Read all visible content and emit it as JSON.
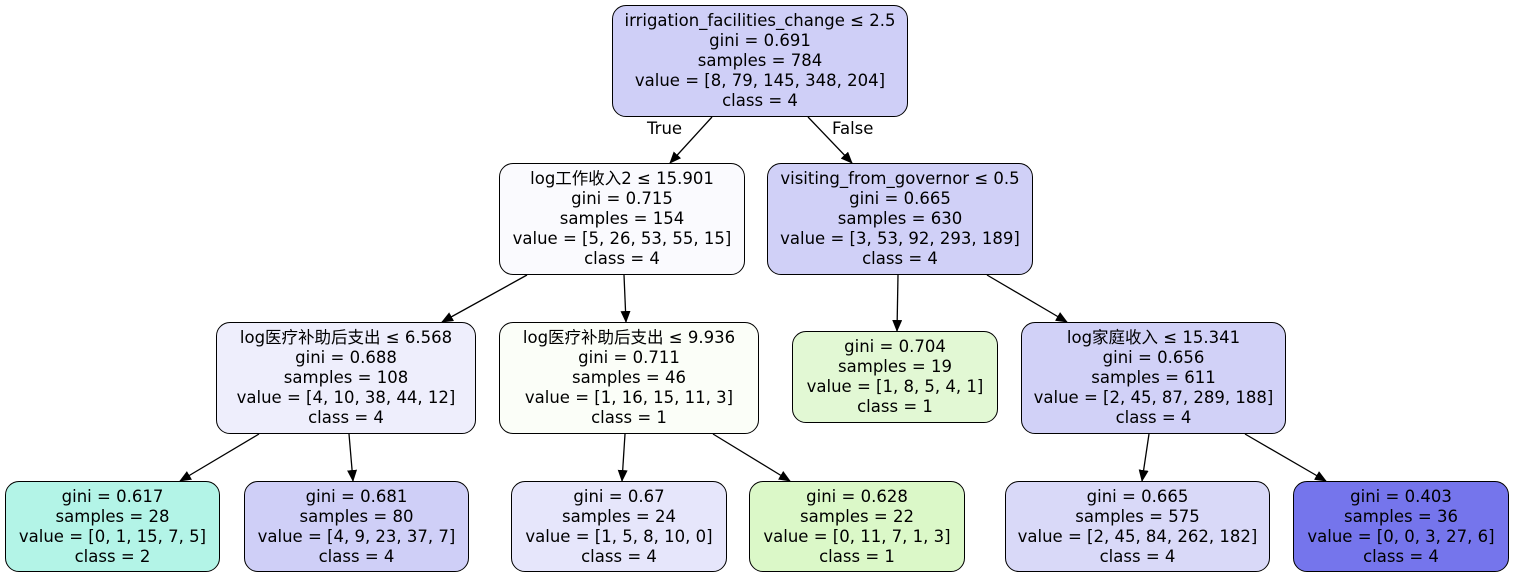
{
  "nodes": {
    "n0": {
      "split": "irrigation_facilities_change ≤ 2.5",
      "gini": "gini = 0.691",
      "samples": "samples = 784",
      "value": "value = [8, 79, 145, 348, 204]",
      "class": "class = 4",
      "fill": "#cfcff7"
    },
    "n1": {
      "split": "log工作收入2 ≤ 15.901",
      "gini": "gini = 0.715",
      "samples": "samples = 154",
      "value": "value = [5, 26, 53, 55, 15]",
      "class": "class = 4",
      "fill": "#fafafe"
    },
    "n2": {
      "split": "visiting_from_governor ≤ 0.5",
      "gini": "gini = 0.665",
      "samples": "samples = 630",
      "value": "value = [3, 53, 92, 293, 189]",
      "class": "class = 4",
      "fill": "#d0d0f7"
    },
    "n3": {
      "split": "log医疗补助后支出 ≤ 6.568",
      "gini": "gini = 0.688",
      "samples": "samples = 108",
      "value": "value = [4, 10, 38, 44, 12]",
      "class": "class = 4",
      "fill": "#eeeefc"
    },
    "n4": {
      "split": "log医疗补助后支出 ≤ 9.936",
      "gini": "gini = 0.711",
      "samples": "samples = 46",
      "value": "value = [1, 16, 15, 11, 3]",
      "class": "class = 1",
      "fill": "#fbfef8"
    },
    "n5": {
      "split": "",
      "gini": "gini = 0.704",
      "samples": "samples = 19",
      "value": "value = [1, 8, 5, 4, 1]",
      "class": "class = 1",
      "fill": "#e2f8d4"
    },
    "n6": {
      "split": "log家庭收入 ≤ 15.341",
      "gini": "gini = 0.656",
      "samples": "samples = 611",
      "value": "value = [2, 45, 87, 289, 188]",
      "class": "class = 4",
      "fill": "#d1d1f7"
    },
    "n7": {
      "split": "",
      "gini": "gini = 0.617",
      "samples": "samples = 28",
      "value": "value = [0, 1, 15, 7, 5]",
      "class": "class = 2",
      "fill": "#b3f4e7"
    },
    "n8": {
      "split": "",
      "gini": "gini = 0.681",
      "samples": "samples = 80",
      "value": "value = [4, 9, 23, 37, 7]",
      "class": "class = 4",
      "fill": "#cfcff7"
    },
    "n9": {
      "split": "",
      "gini": "gini = 0.67",
      "samples": "samples = 24",
      "value": "value = [1, 5, 8, 10, 0]",
      "class": "class = 4",
      "fill": "#e6e6fb"
    },
    "n10": {
      "split": "",
      "gini": "gini = 0.628",
      "samples": "samples = 22",
      "value": "value = [0, 11, 7, 1, 3]",
      "class": "class = 1",
      "fill": "#dbf8c8"
    },
    "n11": {
      "split": "",
      "gini": "gini = 0.665",
      "samples": "samples = 575",
      "value": "value = [2, 45, 84, 262, 182]",
      "class": "class = 4",
      "fill": "#d9d9f8"
    },
    "n12": {
      "split": "",
      "gini": "gini = 0.403",
      "samples": "samples = 36",
      "value": "value = [0, 0, 3, 27, 6]",
      "class": "class = 4",
      "fill": "#7575ec"
    }
  },
  "edge_labels": {
    "true_label": "True",
    "false_label": "False"
  }
}
